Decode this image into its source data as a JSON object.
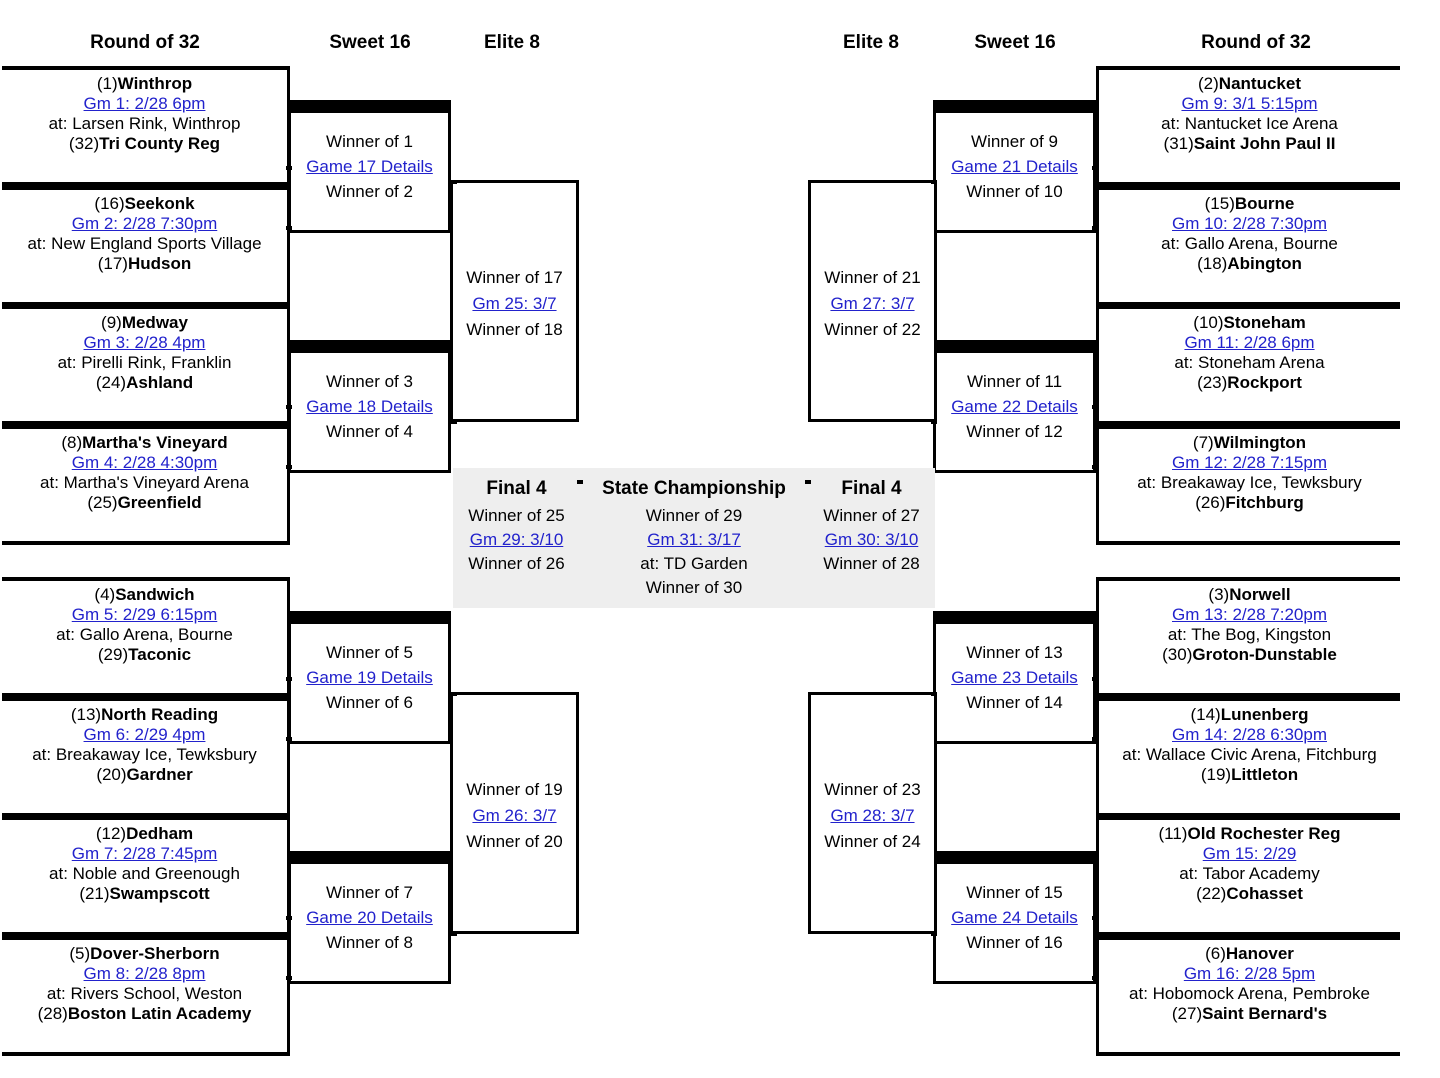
{
  "headers": {
    "left_r32": "Round of 32",
    "left_s16": "Sweet 16",
    "left_e8": "Elite 8",
    "right_e8": "Elite 8",
    "right_s16": "Sweet 16",
    "right_r32": "Round of 32"
  },
  "round_of_32": [
    {
      "id": "g1",
      "side": "left",
      "top_seed": "(1)",
      "top_team": "Winthrop",
      "game": "Gm 1: 2/28 6pm",
      "venue": "at: Larsen Rink, Winthrop",
      "bot_seed": "(32)",
      "bot_team": "Tri County Reg"
    },
    {
      "id": "g2",
      "side": "left",
      "top_seed": "(16)",
      "top_team": "Seekonk",
      "game": "Gm 2: 2/28 7:30pm",
      "venue": "at: New England Sports Village",
      "bot_seed": "(17)",
      "bot_team": "Hudson"
    },
    {
      "id": "g3",
      "side": "left",
      "top_seed": "(9)",
      "top_team": "Medway",
      "game": "Gm 3: 2/28 4pm",
      "venue": "at: Pirelli Rink, Franklin",
      "bot_seed": "(24)",
      "bot_team": "Ashland"
    },
    {
      "id": "g4",
      "side": "left",
      "top_seed": "(8)",
      "top_team": "Martha's Vineyard",
      "game": "Gm 4: 2/28 4:30pm",
      "venue": "at: Martha's Vineyard Arena",
      "bot_seed": "(25)",
      "bot_team": "Greenfield"
    },
    {
      "id": "g5",
      "side": "left",
      "top_seed": "(4)",
      "top_team": "Sandwich",
      "game": "Gm 5: 2/29 6:15pm",
      "venue": "at: Gallo Arena, Bourne",
      "bot_seed": "(29)",
      "bot_team": "Taconic"
    },
    {
      "id": "g6",
      "side": "left",
      "top_seed": "(13)",
      "top_team": "North Reading",
      "game": "Gm 6: 2/29 4pm",
      "venue": "at: Breakaway Ice, Tewksbury",
      "bot_seed": "(20)",
      "bot_team": "Gardner"
    },
    {
      "id": "g7",
      "side": "left",
      "top_seed": "(12)",
      "top_team": "Dedham",
      "game": "Gm 7: 2/28 7:45pm",
      "venue": "at: Noble and Greenough",
      "bot_seed": "(21)",
      "bot_team": "Swampscott"
    },
    {
      "id": "g8",
      "side": "left",
      "top_seed": "(5)",
      "top_team": "Dover-Sherborn",
      "game": "Gm 8: 2/28 8pm",
      "venue": "at: Rivers School, Weston",
      "bot_seed": "(28)",
      "bot_team": "Boston Latin Academy"
    },
    {
      "id": "g9",
      "side": "right",
      "top_seed": "(2)",
      "top_team": "Nantucket",
      "game": "Gm 9: 3/1 5:15pm",
      "venue": "at: Nantucket Ice Arena",
      "bot_seed": "(31)",
      "bot_team": "Saint John Paul II"
    },
    {
      "id": "g10",
      "side": "right",
      "top_seed": "(15)",
      "top_team": "Bourne",
      "game": "Gm 10: 2/28 7:30pm",
      "venue": "at: Gallo Arena, Bourne",
      "bot_seed": "(18)",
      "bot_team": "Abington"
    },
    {
      "id": "g11",
      "side": "right",
      "top_seed": "(10)",
      "top_team": "Stoneham",
      "game": "Gm 11: 2/28 6pm",
      "venue": "at: Stoneham Arena",
      "bot_seed": "(23)",
      "bot_team": "Rockport"
    },
    {
      "id": "g12",
      "side": "right",
      "top_seed": "(7)",
      "top_team": "Wilmington",
      "game": "Gm 12: 2/28 7:15pm",
      "venue": "at: Breakaway Ice, Tewksbury",
      "bot_seed": "(26)",
      "bot_team": "Fitchburg"
    },
    {
      "id": "g13",
      "side": "right",
      "top_seed": "(3)",
      "top_team": "Norwell",
      "game": "Gm 13: 2/28 7:20pm",
      "venue": "at: The Bog, Kingston",
      "bot_seed": "(30)",
      "bot_team": "Groton-Dunstable"
    },
    {
      "id": "g14",
      "side": "right",
      "top_seed": "(14)",
      "top_team": "Lunenberg",
      "game": "Gm 14: 2/28 6:30pm",
      "venue": "at: Wallace Civic Arena, Fitchburg",
      "bot_seed": "(19)",
      "bot_team": "Littleton"
    },
    {
      "id": "g15",
      "side": "right",
      "top_seed": "(11)",
      "top_team": "Old Rochester Reg",
      "game": "Gm 15: 2/29",
      "venue": "at: Tabor Academy",
      "bot_seed": "(22)",
      "bot_team": "Cohasset"
    },
    {
      "id": "g16",
      "side": "right",
      "top_seed": "(6)",
      "top_team": "Hanover",
      "game": "Gm 16: 2/28 5pm",
      "venue": "at: Hobomock Arena, Pembroke",
      "bot_seed": "(27)",
      "bot_team": "Saint Bernard's"
    }
  ],
  "sweet_16": [
    {
      "id": "g17",
      "side": "left",
      "top": "Winner of 1",
      "game": "Game 17 Details",
      "bot": "Winner of 2"
    },
    {
      "id": "g18",
      "side": "left",
      "top": "Winner of 3",
      "game": "Game 18 Details",
      "bot": "Winner of 4"
    },
    {
      "id": "g19",
      "side": "left",
      "top": "Winner of 5",
      "game": "Game 19 Details",
      "bot": "Winner of 6"
    },
    {
      "id": "g20",
      "side": "left",
      "top": "Winner of 7",
      "game": "Game 20 Details",
      "bot": "Winner of 8"
    },
    {
      "id": "g21",
      "side": "right",
      "top": "Winner of 9",
      "game": "Game 21 Details",
      "bot": "Winner of 10"
    },
    {
      "id": "g22",
      "side": "right",
      "top": "Winner of 11",
      "game": "Game 22 Details",
      "bot": "Winner of 12"
    },
    {
      "id": "g23",
      "side": "right",
      "top": "Winner of 13",
      "game": "Game 23 Details",
      "bot": "Winner of 14"
    },
    {
      "id": "g24",
      "side": "right",
      "top": "Winner of 15",
      "game": "Game 24 Details",
      "bot": "Winner of 16"
    }
  ],
  "elite_8": [
    {
      "id": "g25",
      "side": "left",
      "top": "Winner of 17",
      "game": "Gm 25: 3/7",
      "bot": "Winner of 18"
    },
    {
      "id": "g26",
      "side": "left",
      "top": "Winner of 19",
      "game": "Gm 26: 3/7",
      "bot": "Winner of 20"
    },
    {
      "id": "g27",
      "side": "right",
      "top": "Winner of 21",
      "game": "Gm 27: 3/7",
      "bot": "Winner of 22"
    },
    {
      "id": "g28",
      "side": "right",
      "top": "Winner of 23",
      "game": "Gm 28: 3/7",
      "bot": "Winner of 24"
    }
  ],
  "final_4": [
    {
      "id": "g29",
      "side": "left",
      "title": "Final 4",
      "top": "Winner of 25",
      "game": "Gm 29: 3/10",
      "bot": "Winner of 26"
    },
    {
      "id": "g30",
      "side": "right",
      "title": "Final 4",
      "top": "Winner of 27",
      "game": "Gm 30: 3/10",
      "bot": "Winner of 28"
    }
  ],
  "championship": {
    "title": "State Championship",
    "top": "Winner of 29",
    "game": "Gm 31: 3/17",
    "venue": "at: TD Garden",
    "bot": "Winner of 30"
  },
  "colors": {
    "link": "#2222cc",
    "line": "#000000",
    "panel_bg": "#eeeeee",
    "page_bg": "#ffffff"
  }
}
